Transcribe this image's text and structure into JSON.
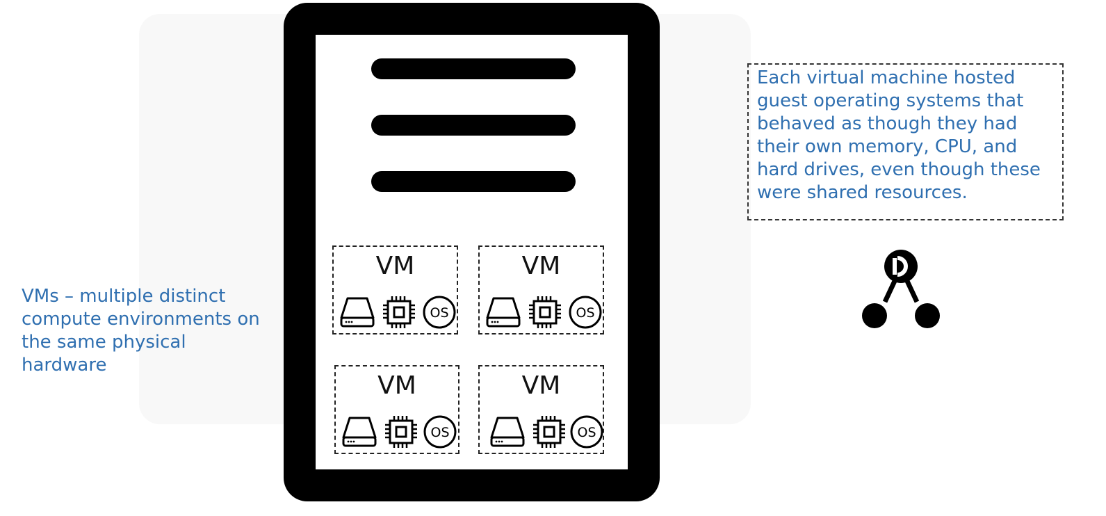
{
  "left_caption": "VMs – multiple distinct compute environments on the same physical hardware",
  "right_caption": "Each virtual machine hosted guest operating systems that behaved as though they had their own memory, CPU, and hard drives, even though these were shared resources.",
  "vms": [
    {
      "label": "VM",
      "icons": [
        "hard-drive-icon",
        "cpu-chip-icon",
        "os-icon"
      ],
      "os_text": "OS"
    },
    {
      "label": "VM",
      "icons": [
        "hard-drive-icon",
        "cpu-chip-icon",
        "os-icon"
      ],
      "os_text": "OS"
    },
    {
      "label": "VM",
      "icons": [
        "hard-drive-icon",
        "cpu-chip-icon",
        "os-icon"
      ],
      "os_text": "OS"
    },
    {
      "label": "VM",
      "icons": [
        "hard-drive-icon",
        "cpu-chip-icon",
        "os-icon"
      ],
      "os_text": "OS"
    }
  ],
  "colors": {
    "caption_text": "#2f6fb0",
    "server_frame": "#000000",
    "background": "#ffffff"
  },
  "icons": {
    "server": "server-rack-icon",
    "logo": "branching-nodes-logo-icon"
  }
}
